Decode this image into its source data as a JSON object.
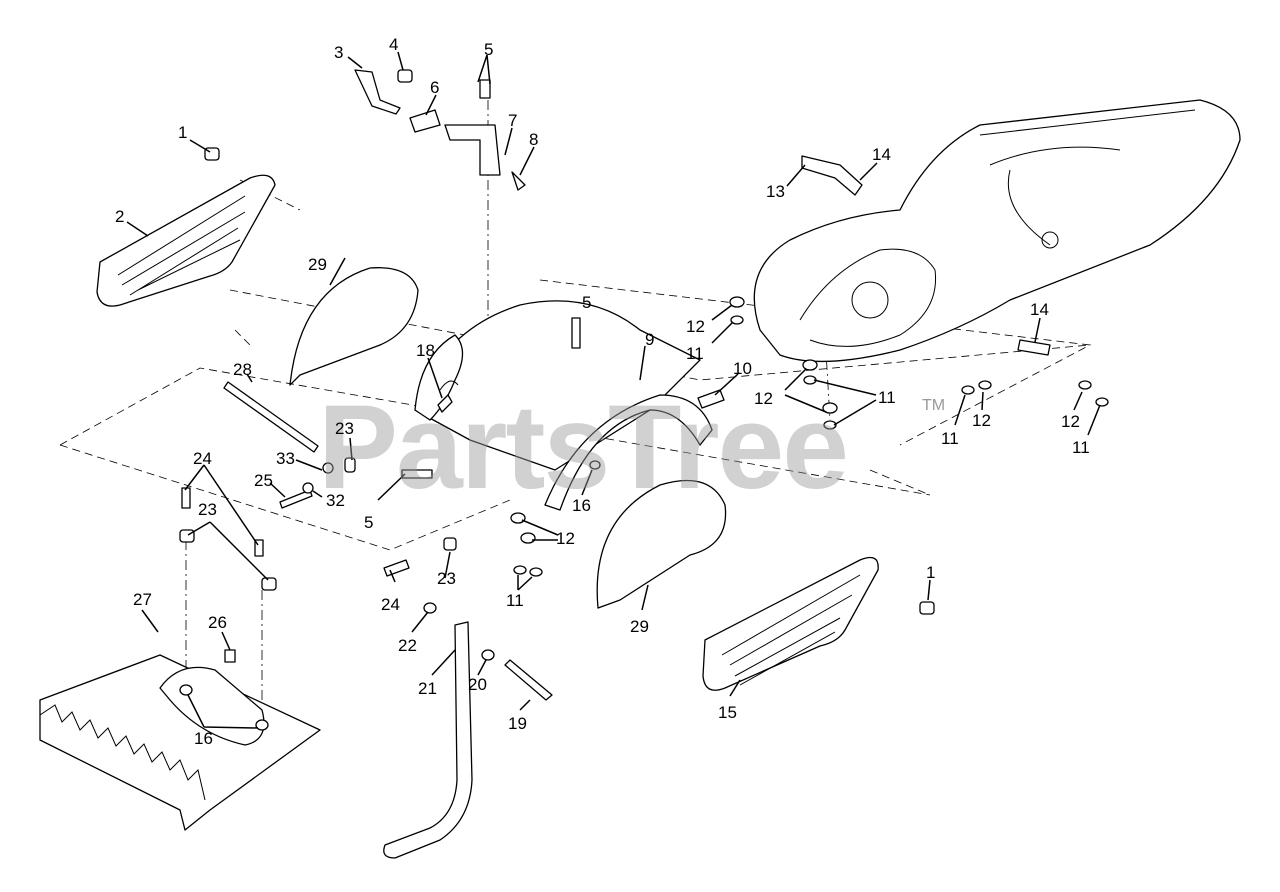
{
  "watermark": {
    "text": "PartsTree",
    "trademark": "TM"
  },
  "callouts": {
    "c1a": "1",
    "c1b": "1",
    "c2": "2",
    "c3": "3",
    "c4": "4",
    "c5a": "5",
    "c5b": "5",
    "c5c": "5",
    "c6": "6",
    "c7": "7",
    "c8": "8",
    "c9": "9",
    "c10": "10",
    "c11a": "11",
    "c11b": "11",
    "c11c": "11",
    "c11d": "11",
    "c11e": "11",
    "c12a": "12",
    "c12b": "12",
    "c12c": "12",
    "c12d": "12",
    "c12e": "12",
    "c13": "13",
    "c14a": "14",
    "c14b": "14",
    "c15": "15",
    "c16a": "16",
    "c16b": "16",
    "c18": "18",
    "c19": "19",
    "c20": "20",
    "c21": "21",
    "c22": "22",
    "c23a": "23",
    "c23b": "23",
    "c23c": "23",
    "c24a": "24",
    "c24b": "24",
    "c25": "25",
    "c26": "26",
    "c27": "27",
    "c28": "28",
    "c29a": "29",
    "c29b": "29",
    "c32": "32",
    "c33": "33"
  }
}
